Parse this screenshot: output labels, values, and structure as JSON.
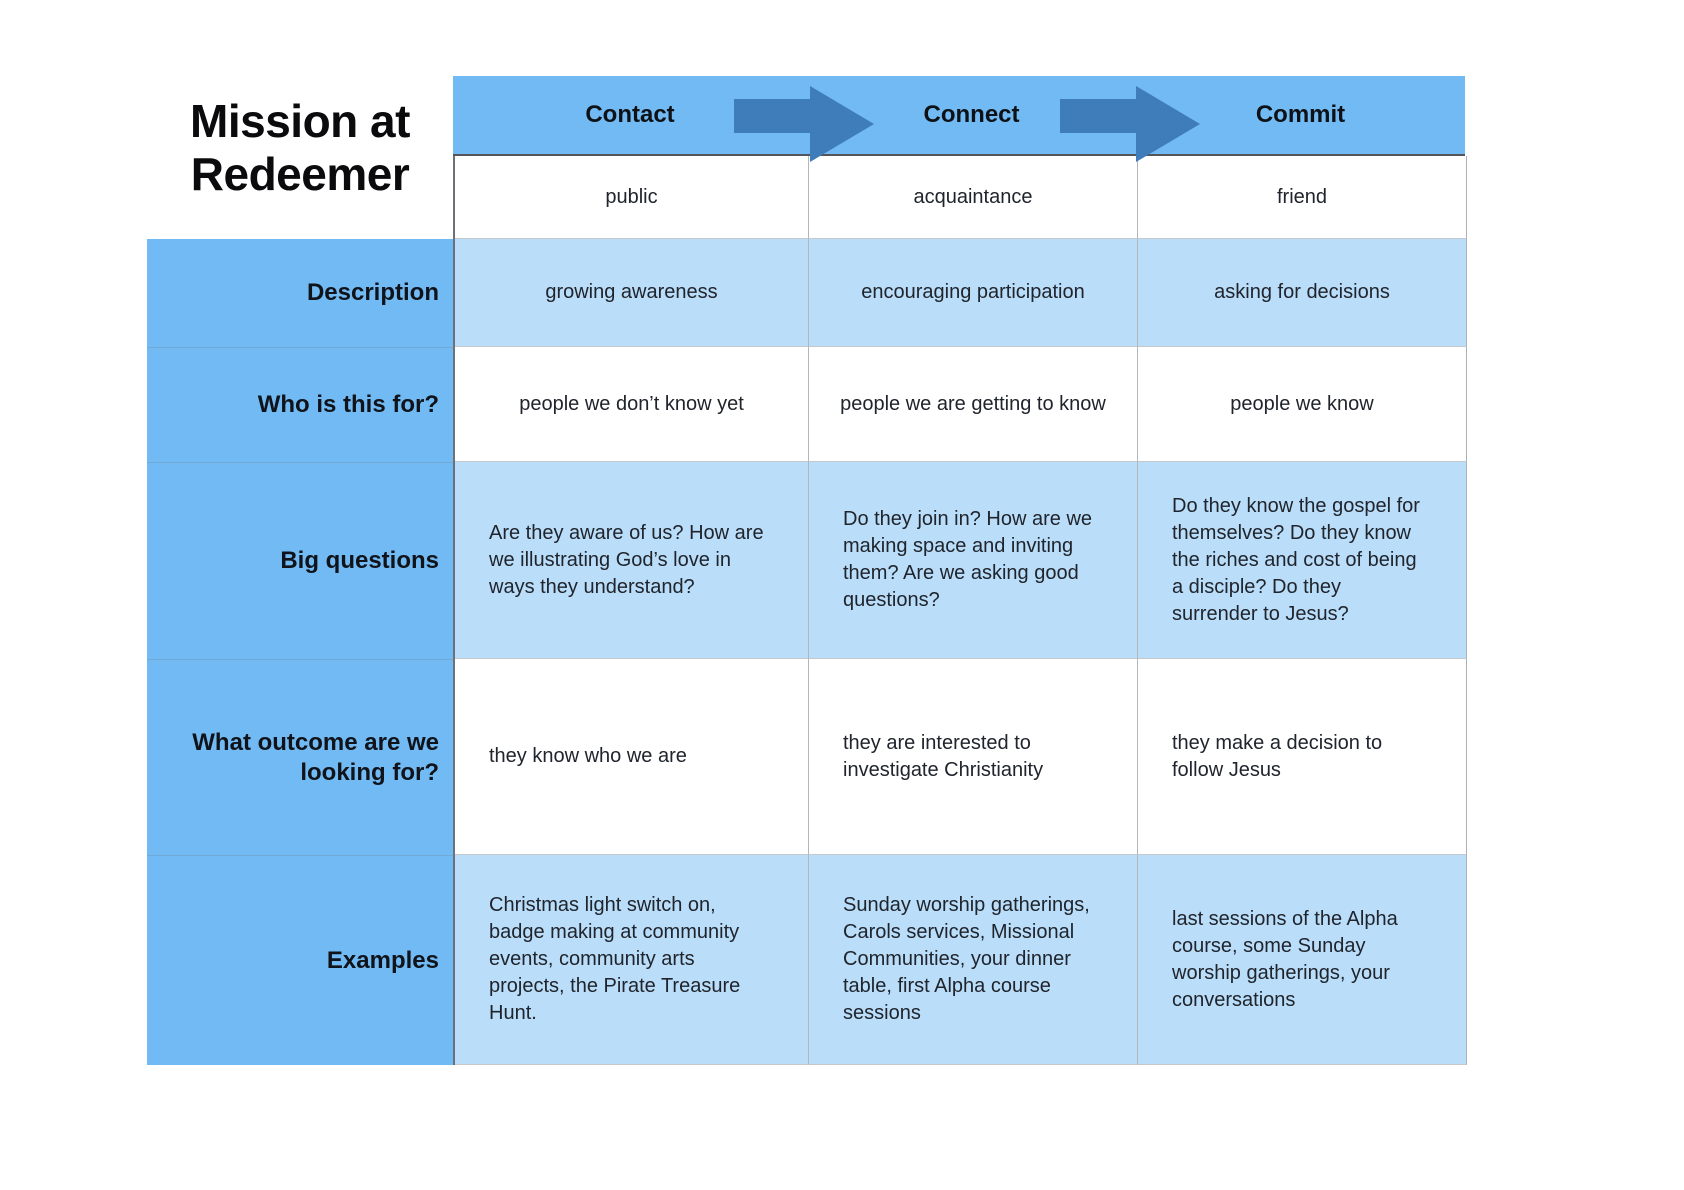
{
  "title": {
    "line1": "Mission at",
    "line2": "Redeemer"
  },
  "colors": {
    "band_blue": "#72BAF3",
    "label_column_blue": "#72BAF3",
    "shaded_cell_blue": "#BADEF9",
    "arrow_blue": "#3E7CBA",
    "text_dark": "#20242c"
  },
  "header": {
    "stages": [
      {
        "label": "Contact"
      },
      {
        "label": "Connect"
      },
      {
        "label": "Commit"
      }
    ],
    "arrows": [
      {
        "icon": "arrow-right"
      },
      {
        "icon": "arrow-right"
      }
    ]
  },
  "subheader": {
    "cells": [
      "public",
      "acquaintance",
      "friend"
    ]
  },
  "rows": [
    {
      "label": "Description",
      "cells": [
        "growing awareness",
        "encouraging participation",
        "asking for decisions"
      ]
    },
    {
      "label": "Who is this for?",
      "cells": [
        "people we don’t know yet",
        "people we are getting to know",
        "people we know"
      ]
    },
    {
      "label": "Big questions",
      "cells": [
        "Are they aware of us? How are we illustrating God’s love in ways they understand?",
        "Do they join in? How are we making space and inviting them? Are we asking good questions?",
        "Do they know the gospel for themselves? Do they know the riches and cost of being a disciple? Do they surrender to Jesus?"
      ]
    },
    {
      "label": "What outcome are we looking for?",
      "cells": [
        "they know who we are",
        "they are interested to investigate Christianity",
        "they make a decision to follow Jesus"
      ]
    },
    {
      "label": "Examples",
      "cells": [
        "Christmas light switch on, badge making at community events, community arts projects, the Pirate Treasure Hunt.",
        "Sunday worship gatherings, Carols services, Missional Communities, your dinner table, first Alpha course sessions",
        "last sessions of the Alpha course, some Sunday worship gatherings, your conversations"
      ]
    }
  ]
}
